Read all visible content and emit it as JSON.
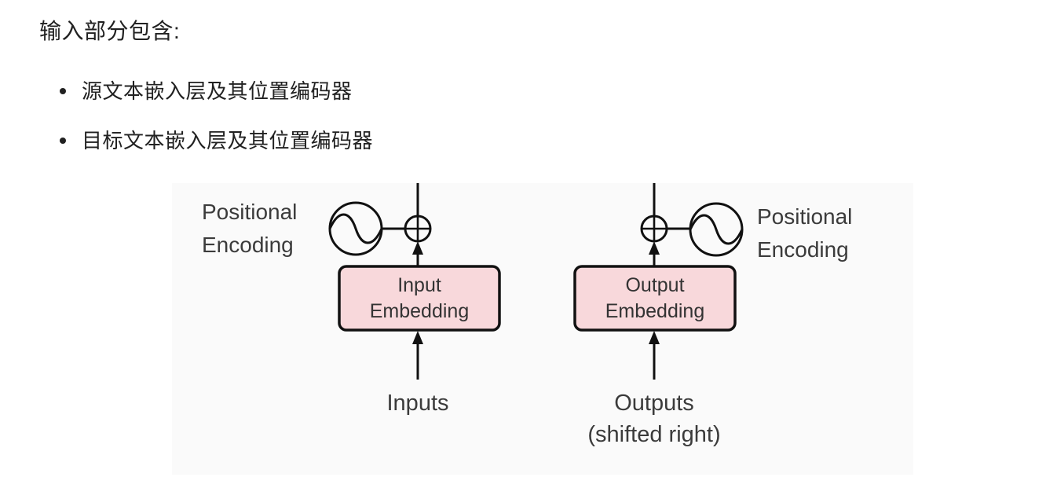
{
  "page": {
    "heading": "输入部分包含:",
    "bullets": [
      "源文本嵌入层及其位置编码器",
      "目标文本嵌入层及其位置编码器"
    ]
  },
  "diagram": {
    "left": {
      "positional_label": "Positional Encoding",
      "box_label": "Input Embedding",
      "feed_label": "Inputs"
    },
    "right": {
      "positional_label": "Positional Encoding",
      "box_label": "Output Embedding",
      "feed_label": "Outputs (shifted right)"
    },
    "colors": {
      "panel_background": "#fafafa",
      "embedding_box_fill": "#f8d8db",
      "line_color": "#111111",
      "diagram_text_color": "#3b3b3b"
    }
  }
}
